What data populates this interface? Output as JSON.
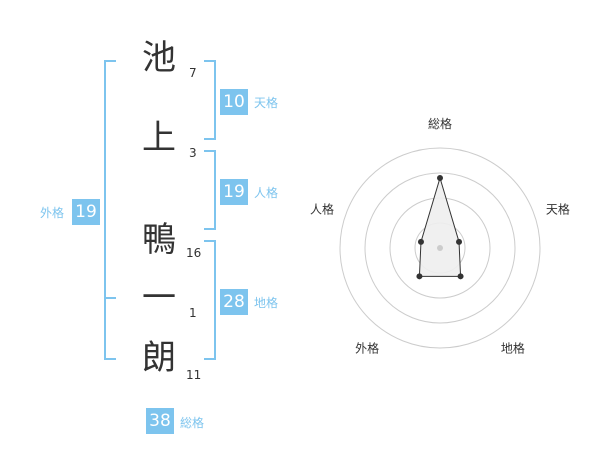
{
  "name": {
    "chars": [
      {
        "char": "池",
        "strokes": "7"
      },
      {
        "char": "上",
        "strokes": "3"
      },
      {
        "char": "鴨",
        "strokes": "16"
      },
      {
        "char": "一",
        "strokes": "1"
      },
      {
        "char": "朗",
        "strokes": "11"
      }
    ]
  },
  "scores": {
    "tenkaku": {
      "value": "10",
      "label": "天格"
    },
    "jinkaku": {
      "value": "19",
      "label": "人格"
    },
    "chikaku": {
      "value": "28",
      "label": "地格"
    },
    "gaikaku": {
      "value": "19",
      "label": "外格"
    },
    "soukaku": {
      "value": "38",
      "label": "総格"
    }
  },
  "colors": {
    "accent": "#7dc4ee",
    "text": "#333333",
    "ring": "#cccccc",
    "polygon_fill": "#eeeeee"
  },
  "chart_data": {
    "type": "radar",
    "axes": [
      "総格",
      "天格",
      "地格",
      "外格",
      "人格"
    ],
    "values": [
      0.7,
      0.2,
      0.35,
      0.35,
      0.2
    ],
    "range": [
      0,
      1
    ],
    "rings": 4
  }
}
